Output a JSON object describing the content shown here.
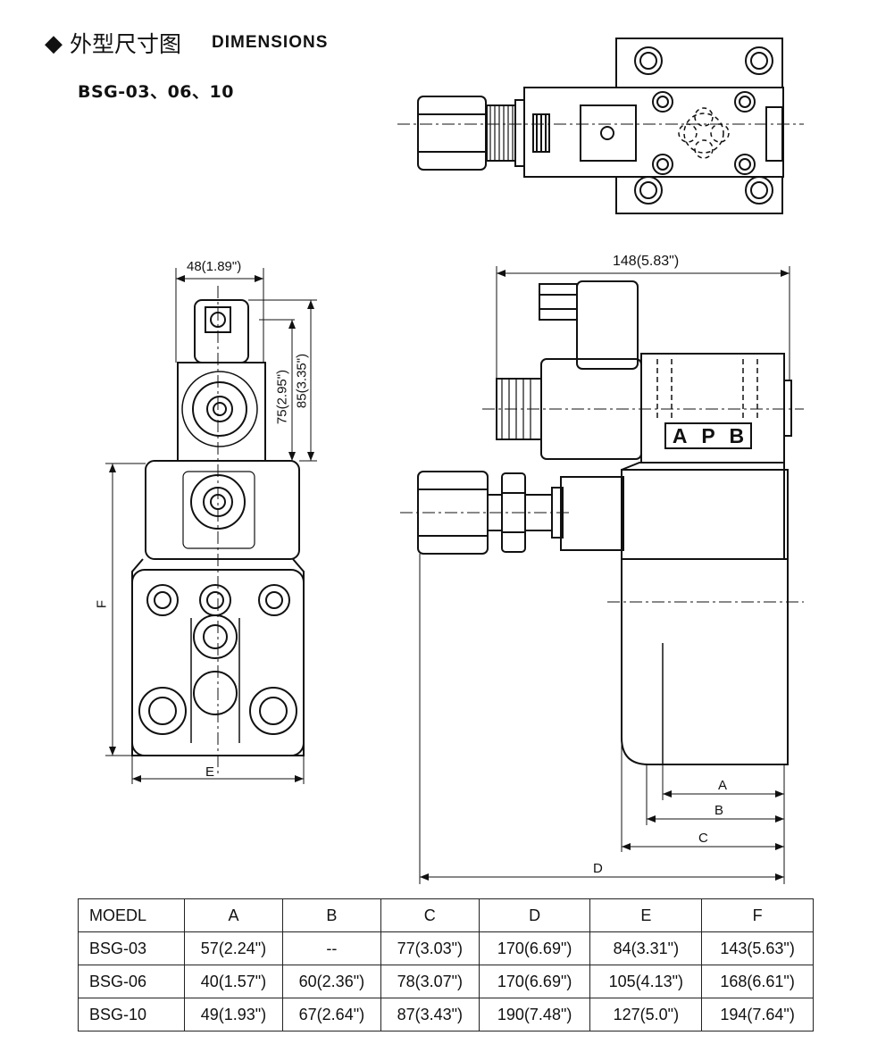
{
  "header": {
    "title_cn": "外型尺寸图",
    "title_en": "DIMENSIONS",
    "models": "BSG-03、06、10"
  },
  "drawing": {
    "dim_48": "48(1.89\")",
    "dim_148": "148(5.83\")",
    "dim_75": "75(2.95\")",
    "dim_85": "85(3.35\")",
    "dim_F": "F",
    "dim_E": "E",
    "dim_A": "A",
    "dim_B": "B",
    "dim_C": "C",
    "dim_D": "D",
    "ports": [
      "A",
      "P",
      "B"
    ]
  },
  "table": {
    "headers": [
      "MOEDL",
      "A",
      "B",
      "C",
      "D",
      "E",
      "F"
    ],
    "rows": [
      [
        "BSG-03",
        "57(2.24\")",
        "--",
        "77(3.03\")",
        "170(6.69\")",
        "84(3.31\")",
        "143(5.63\")"
      ],
      [
        "BSG-06",
        "40(1.57\")",
        "60(2.36\")",
        "78(3.07\")",
        "170(6.69\")",
        "105(4.13\")",
        "168(6.61\")"
      ],
      [
        "BSG-10",
        "49(1.93\")",
        "67(2.64\")",
        "87(3.43\")",
        "190(7.48\")",
        "127(5.0\")",
        "194(7.64\")"
      ]
    ]
  }
}
